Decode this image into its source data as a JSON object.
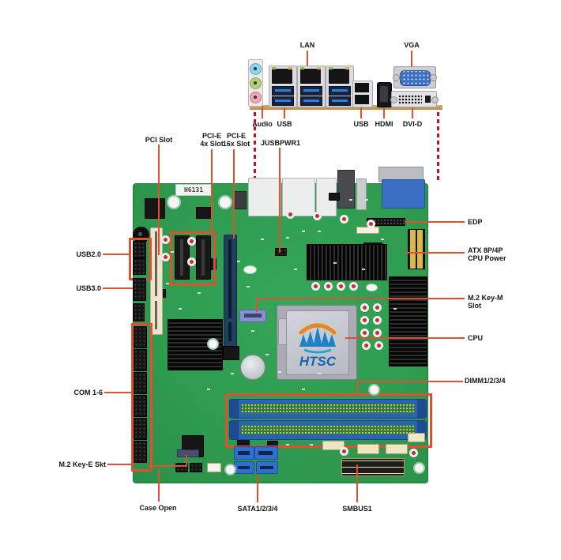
{
  "colors": {
    "pcb_green": "#2f9c50",
    "callout_red": "#dd5130",
    "dashed_red": "#c41022",
    "dimm_blue": "#2a62b4",
    "vga_blue": "#3a6fc4",
    "sata_blue": "#2f6fd0",
    "power_beige": "#ead9a0"
  },
  "io_panel": {
    "top_labels": {
      "lan": "LAN",
      "vga": "VGA"
    },
    "bottom_labels": {
      "audio": "Audio",
      "usb_left": "USB",
      "usb_right": "USB",
      "hdmi": "HDMI",
      "dvid": "DVI-D"
    }
  },
  "board": {
    "sticker": "H6131",
    "cpu_logo": "HTSC"
  },
  "callouts": {
    "top": {
      "pci": "PCI Slot",
      "pcie4_l1": "PCI-E",
      "pcie4_l2": "4x Slot",
      "pcie16_l1": "PCI-E",
      "pcie16_l2": "16x Slot",
      "jusbpwr": "JUSBPWR1"
    },
    "left": {
      "usb20": "USB2.0",
      "usb30": "USB3.0",
      "com": "COM 1-6",
      "m2e": "M.2 Key-E Skt"
    },
    "right": {
      "edp": "EDP",
      "atx_l1": "ATX 8P/4P",
      "atx_l2": "CPU Power",
      "m2m_l1": "M.2 Key-M",
      "m2m_l2": "Slot",
      "cpu": "CPU",
      "dimm": "DIMM1/2/3/4"
    },
    "bottom": {
      "case_open": "Case Open",
      "sata": "SATA1/2/3/4",
      "smbus": "SMBUS1"
    }
  }
}
